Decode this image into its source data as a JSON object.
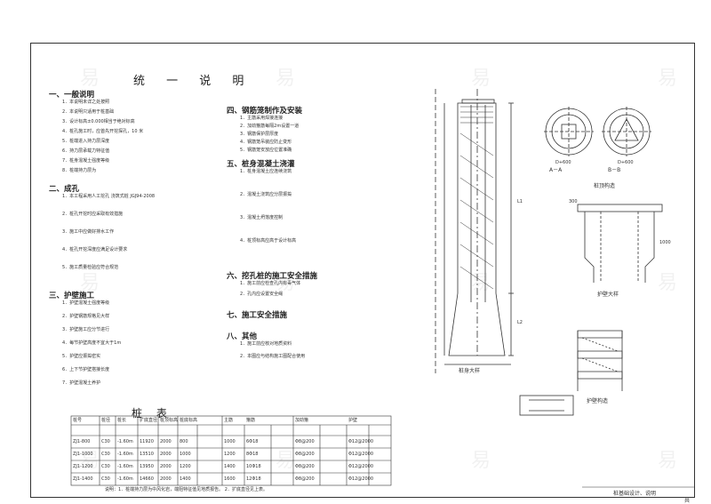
{
  "sheet": {
    "title": "统 一 说 明",
    "table_title": "桩 表",
    "footer_label": "桩基础设计、说明",
    "page_no": "共"
  },
  "notes": {
    "s1": "一、一般说明",
    "s2": "二、成孔",
    "s3": "三、护壁施工",
    "s4": "四、钢筋笼制作及安装",
    "s5": "五、桩身混凝土浇灌",
    "s6": "六、挖孔桩的施工安全措施",
    "s7": "七、施工安全措施",
    "s8": "八、其他",
    "s1_lines": [
      "1．本说明未详之处按照",
      "2．本说明只适用于桩基础",
      "3．设计标高±0.000相当于绝对标高",
      "4．桩孔施工时，应首先开挖探孔，10 米",
      "5．桩端进入持力层深度",
      "6．持力层承载力特征值",
      "7．桩身混凝土强度等级",
      "8．桩端持力层为"
    ],
    "s2_lines": [
      "1．本工程采用人工挖孔 浇筑式桩 JGJ94-2008",
      "2．桩孔开挖时应采取有效措施",
      "3．施工中应做好排水工作",
      "4．桩孔开挖深度应满足设计要求",
      "5．施工质量检验应符合规范"
    ],
    "s3_lines": [
      "1．护壁混凝土强度等级",
      "2．护壁钢筋规格见大样",
      "3．护壁施工应分节进行",
      "4．每节护壁高度不宜大于1m",
      "5．护壁应振捣密实",
      "6．上下节护壁搭接长度",
      "7．护壁混凝土养护"
    ],
    "s4_lines": [
      "1．主筋采用焊接连接",
      "2．加劲箍筋每隔2m设置一道",
      "3．钢筋保护层厚度",
      "4．钢筋笼吊装应防止变形",
      "5．钢筋笼安放应位置准确"
    ],
    "s5_lines": [
      "1．桩身混凝土应连续浇筑",
      "2．混凝土浇筑应分层振捣",
      "3．混凝土坍落度控制",
      "4．桩顶标高应高于设计标高"
    ],
    "s6_lines": [
      "1．施工前应检查孔内有毒气体",
      "2．孔内应设置安全绳"
    ],
    "s8_lines": [
      "1．施工前应核对地质资料",
      "2．本图应与结构施工图配合使用"
    ],
    "table_note": "说明：1．桩端持力层为中风化岩，端阻特征值见地质报告。 2．扩底直径见上表。"
  },
  "pile_table": {
    "headers": [
      "桩号",
      "桩径",
      "桩长",
      "扩底直径",
      "桩顶标高",
      "桩底标高",
      "主筋",
      "箍筋",
      "加劲箍",
      "护壁"
    ],
    "rows": [
      [
        "ZJ1-800",
        "C30",
        "-1.60m",
        "11920",
        "2000",
        "800",
        "1000",
        "6Φ18",
        "Φ8@200",
        "Φ12@2000"
      ],
      [
        "ZJ1-1000",
        "C30",
        "-1.60m",
        "13510",
        "2000",
        "1000",
        "1200",
        "8Φ18",
        "Φ8@200",
        "Φ12@2000"
      ],
      [
        "ZJ1-1200",
        "C30",
        "-1.60m",
        "13950",
        "2000",
        "1200",
        "1400",
        "10Φ18",
        "Φ8@200",
        "Φ12@2000"
      ],
      [
        "ZJ1-1400",
        "C30",
        "-1.60m",
        "14660",
        "2000",
        "1400",
        "1600",
        "12Φ18",
        "Φ8@200",
        "Φ12@2000"
      ]
    ]
  },
  "drawings": {
    "pile_elevation": "桩身大样",
    "section_a": "A－A",
    "section_b": "B－B",
    "cap_detail": "桩顶构造",
    "wall_detail": "护壁大样",
    "wall_detail2": "护壁构造",
    "dims": {
      "d1": "D+600",
      "d2": "D+600",
      "l1": "L1",
      "l2": "L2",
      "h1": "300",
      "h2": "1000"
    }
  }
}
